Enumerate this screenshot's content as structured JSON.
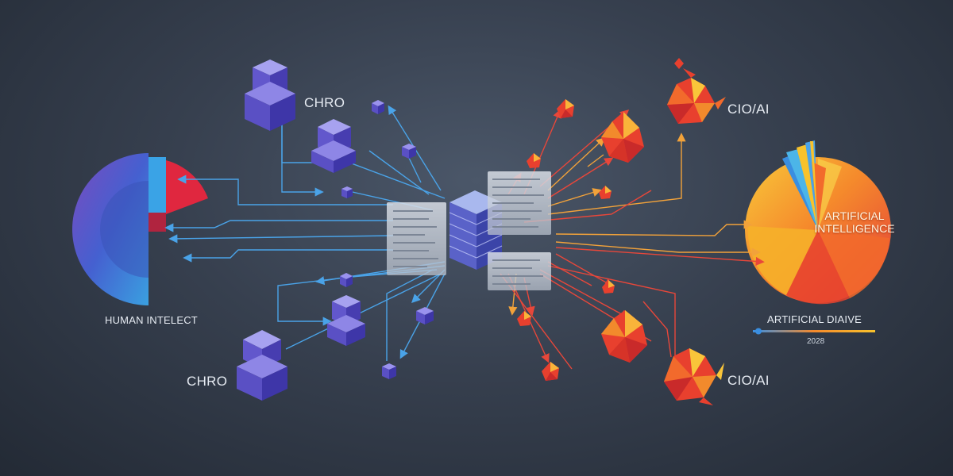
{
  "labels": {
    "chro_top": "CHRO",
    "chro_bottom": "CHRO",
    "cio_top": "CIO/AI",
    "cio_bottom": "CIO/AI",
    "human_intellect": "HUMAN INTELECT",
    "ai_line1": "ARTIFICIAL",
    "ai_line2": "INTELLIGENCE",
    "ai_drive": "ARTIFICIAL DIAIVE",
    "year": "2028"
  },
  "colors": {
    "human_blue": "#3b6fd6",
    "human_purple": "#6a45b8",
    "human_red": "#e0273f",
    "ai_orange": "#f07a2a",
    "ai_yellow": "#f8c22c",
    "ai_red": "#e53a2f",
    "arrow_blue": "#4aa3e8",
    "arrow_red": "#e8473a",
    "arrow_orange": "#f2a23a"
  }
}
